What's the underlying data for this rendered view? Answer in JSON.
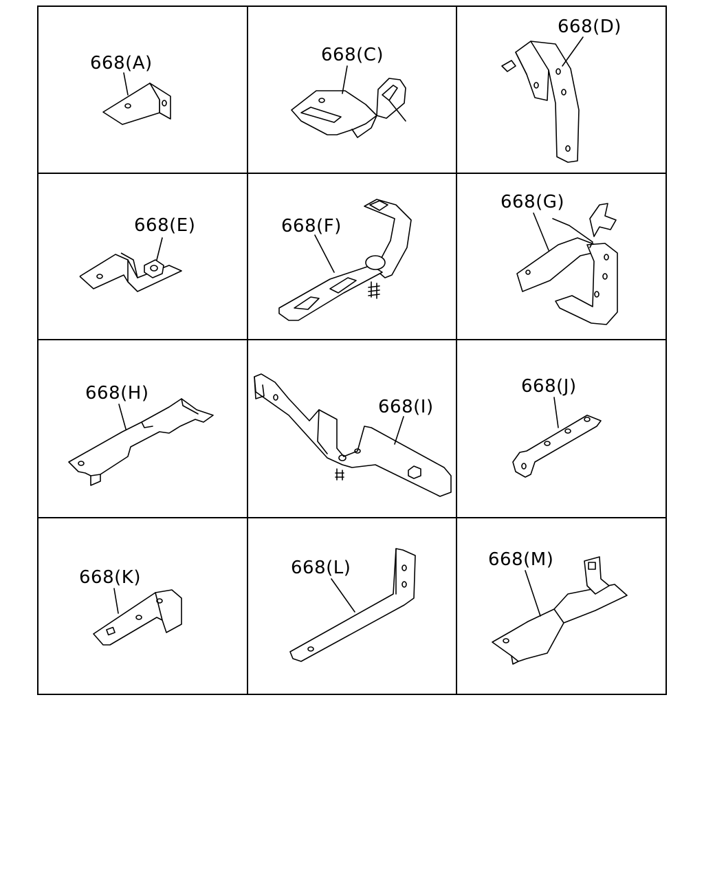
{
  "parts": [
    {
      "id": "A",
      "label": "668(A)"
    },
    {
      "id": "C",
      "label": "668(C)"
    },
    {
      "id": "D",
      "label": "668(D)"
    },
    {
      "id": "E",
      "label": "668(E)"
    },
    {
      "id": "F",
      "label": "668(F)"
    },
    {
      "id": "G",
      "label": "668(G)"
    },
    {
      "id": "H",
      "label": "668(H)"
    },
    {
      "id": "I",
      "label": "668(I)"
    },
    {
      "id": "J",
      "label": "668(J)"
    },
    {
      "id": "K",
      "label": "668(K)"
    },
    {
      "id": "L",
      "label": "668(L)"
    },
    {
      "id": "M",
      "label": "668(M)"
    }
  ]
}
